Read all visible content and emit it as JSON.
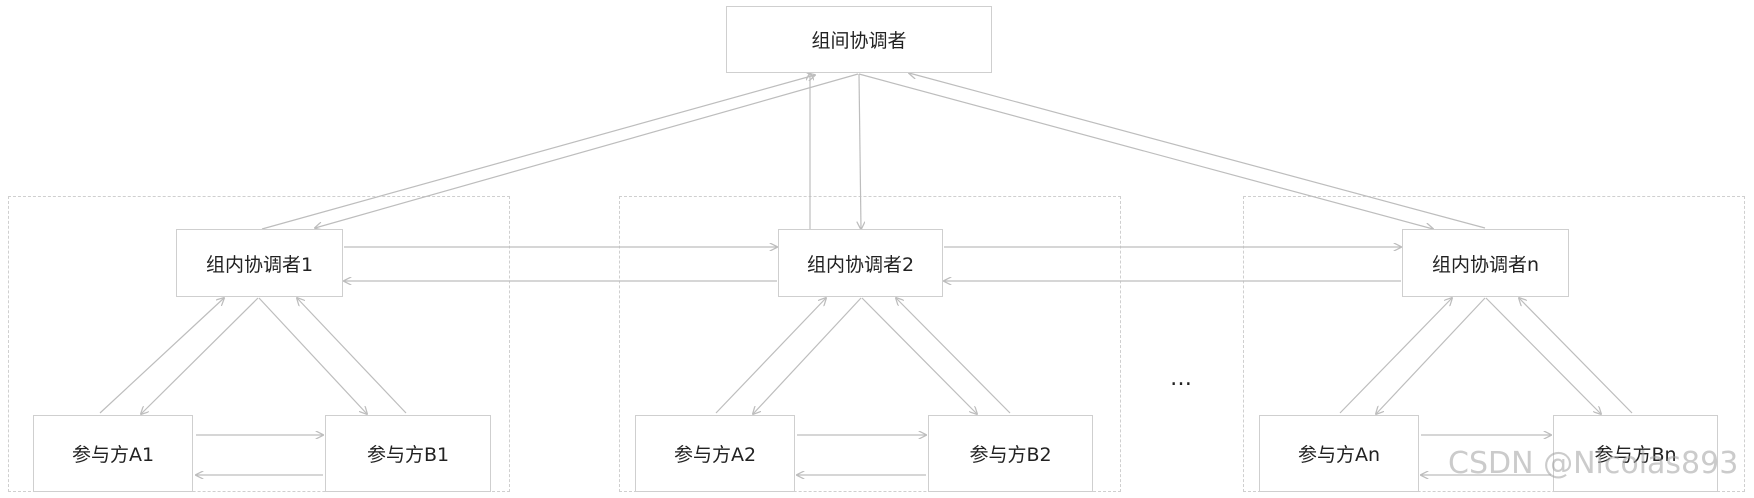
{
  "nodes": {
    "top": {
      "label": "组间协调者"
    },
    "c1": {
      "label": "组内协调者1"
    },
    "c2": {
      "label": "组内协调者2"
    },
    "cn": {
      "label": "组内协调者n"
    },
    "a1": {
      "label": "参与方A1"
    },
    "b1": {
      "label": "参与方B1"
    },
    "a2": {
      "label": "参与方A2"
    },
    "b2": {
      "label": "参与方B2"
    },
    "an": {
      "label": "参与方An"
    },
    "bn": {
      "label": "参与方Bn"
    }
  },
  "ellipsis": "…",
  "watermark": "CSDN @Nicolas893",
  "colors": {
    "line": "#bdbdbd",
    "border": "#cfcfcf",
    "text": "#222222"
  }
}
